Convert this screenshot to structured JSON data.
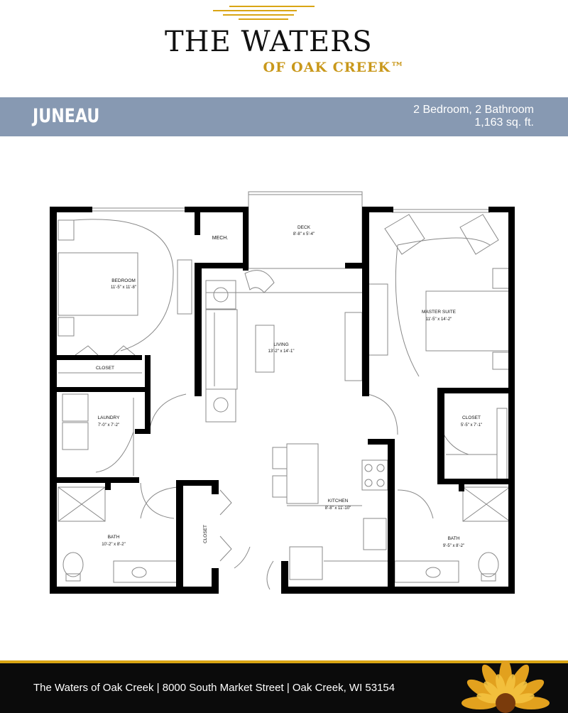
{
  "header": {
    "logo_main": "THE WATERS",
    "logo_sub": "OF OAK CREEK™"
  },
  "title_bar": {
    "plan_name": "JUNEAU",
    "bed_bath": "2 Bedroom, 2 Bathroom",
    "area": "1,163 sq. ft."
  },
  "rooms": {
    "deck": {
      "name": "DECK",
      "size": "8'-8\" x 5'-4\""
    },
    "mech": {
      "name": "MECH."
    },
    "bedroom": {
      "name": "BEDROOM",
      "size": "11'-5\" x 11'-8\""
    },
    "living": {
      "name": "LIVING",
      "size": "13'-2\" x 14'-1\""
    },
    "master_suite": {
      "name": "MASTER SUITE",
      "size": "11'-5\" x 14'-2\""
    },
    "closet_bedroom": {
      "name": "CLOSET"
    },
    "laundry": {
      "name": "LAUNDRY",
      "size": "7'-0\" x 7'-2\""
    },
    "closet_master": {
      "name": "CLOSET",
      "size": "5'-5\" x 7'-1\""
    },
    "kitchen": {
      "name": "KITCHEN",
      "size": "8'-8\" x 11'-10\""
    },
    "bath_left": {
      "name": "BATH",
      "size": "10'-2\" x 8'-2\""
    },
    "bath_right": {
      "name": "BATH",
      "size": "9'-5\" x 8'-2\""
    },
    "closet_hall": {
      "name": "CLOSET"
    }
  },
  "footer": {
    "address": "The Waters of Oak Creek  |  8000 South Market Street  |  Oak Creek, WI 53154"
  },
  "colors": {
    "gold": "#d9a514",
    "title_bar": "#8799b2",
    "footer_bg": "#0b0b0b",
    "wall": "#000000"
  }
}
